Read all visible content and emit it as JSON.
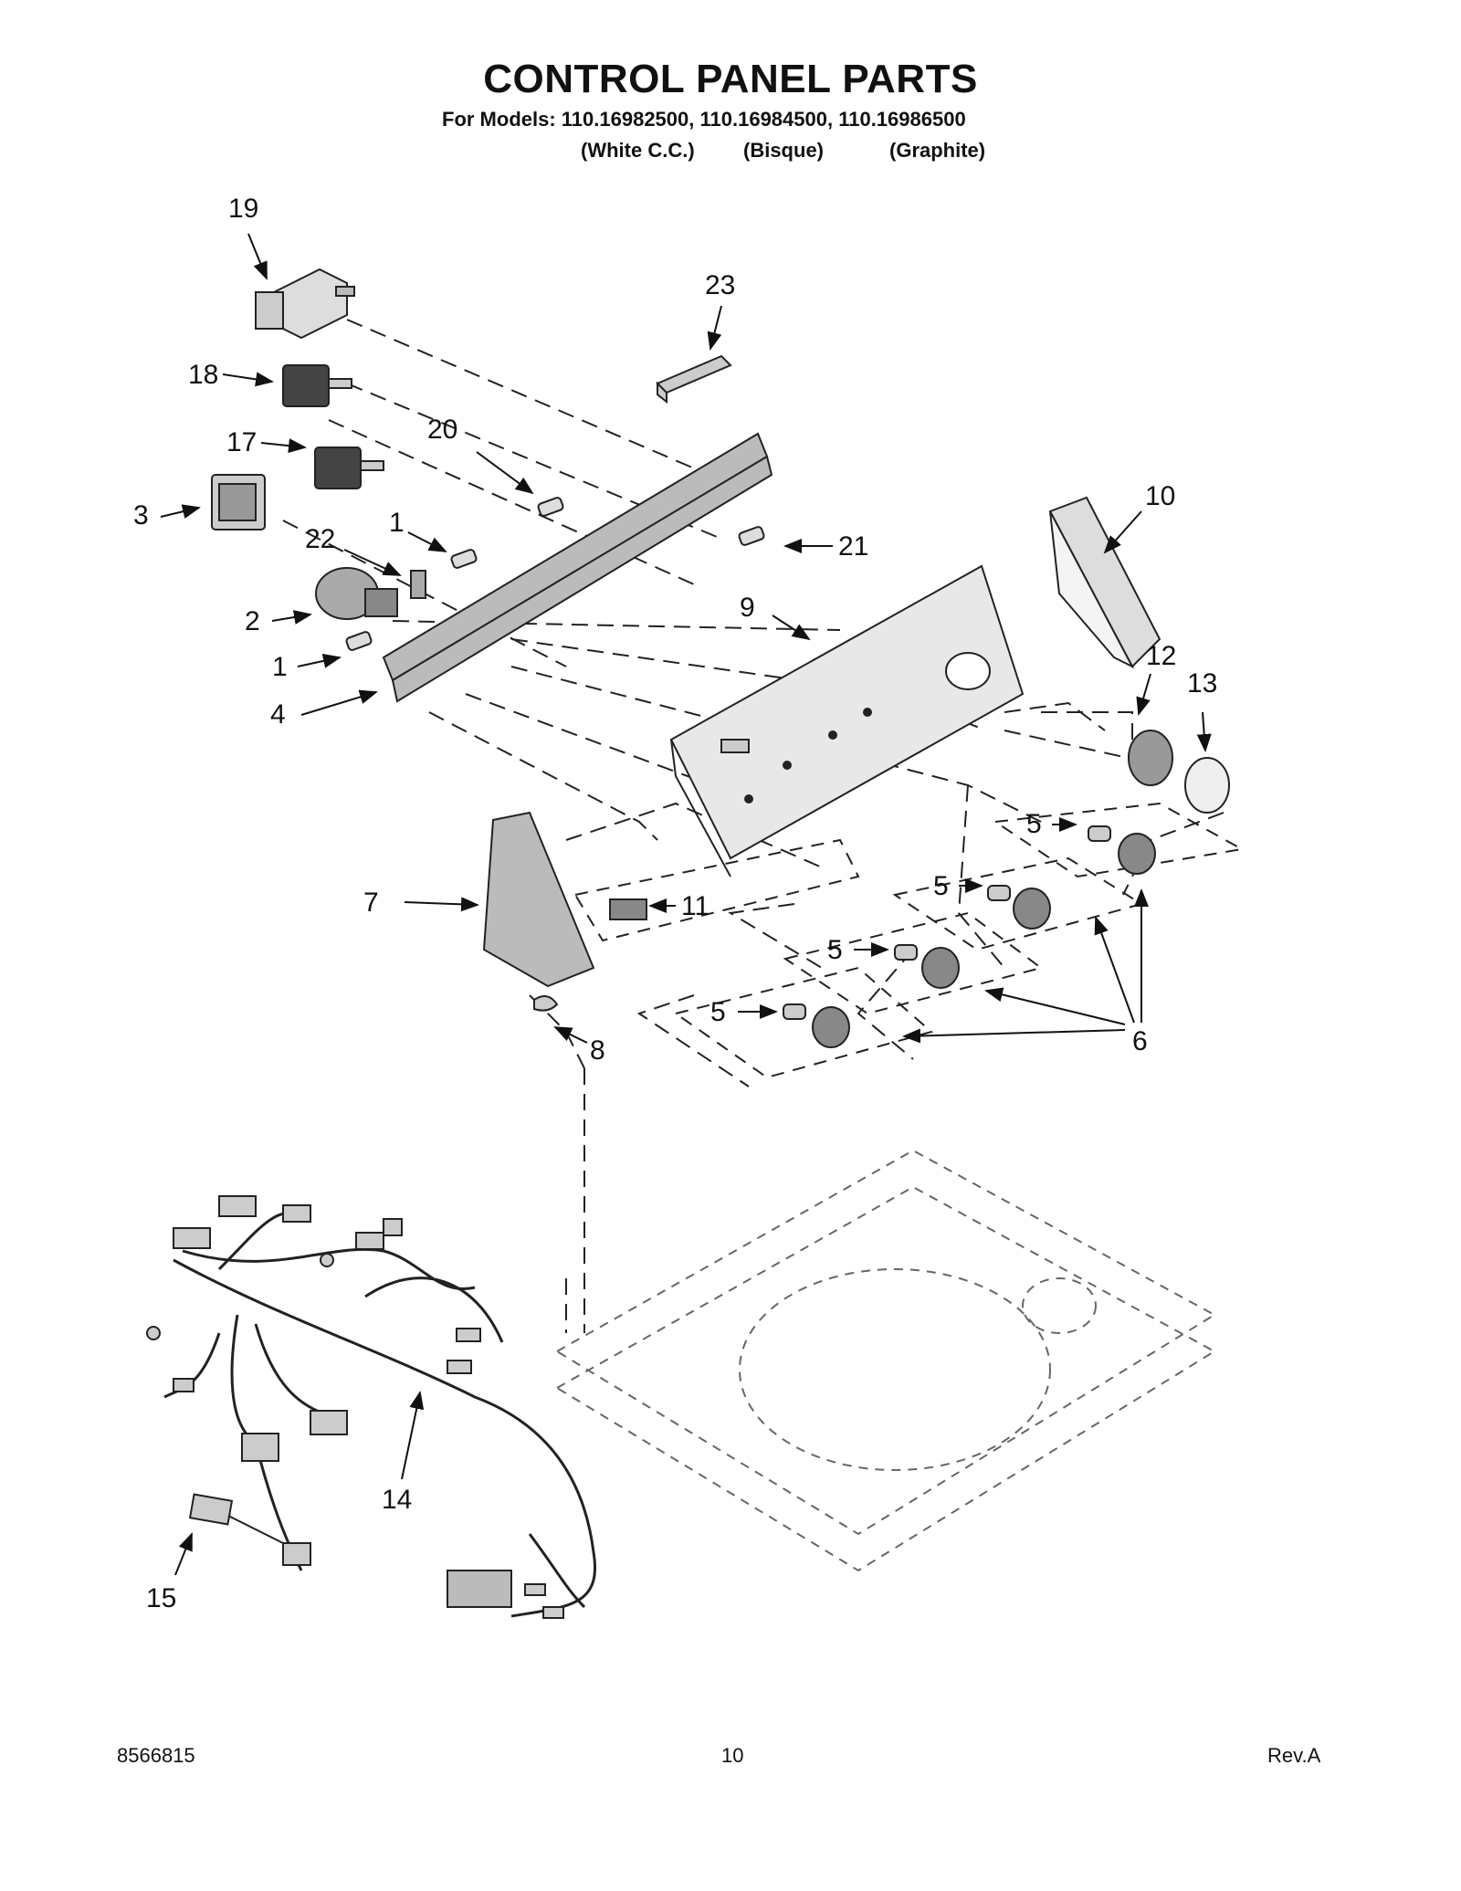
{
  "title": "CONTROL PANEL PARTS",
  "models_line": "For Models: 110.16982500, 110.16984500, 110.16986500",
  "variants": [
    "(White C.C.)",
    "(Bisque)",
    "(Graphite)"
  ],
  "callouts": [
    "19",
    "23",
    "18",
    "20",
    "17",
    "10",
    "3",
    "1",
    "22",
    "21",
    "9",
    "2",
    "12",
    "13",
    "1",
    "4",
    "5",
    "7",
    "5",
    "11",
    "5",
    "5",
    "6",
    "8",
    "14",
    "15"
  ],
  "footer": {
    "doc_number": "8566815",
    "page": "10",
    "revision": "Rev.A"
  }
}
